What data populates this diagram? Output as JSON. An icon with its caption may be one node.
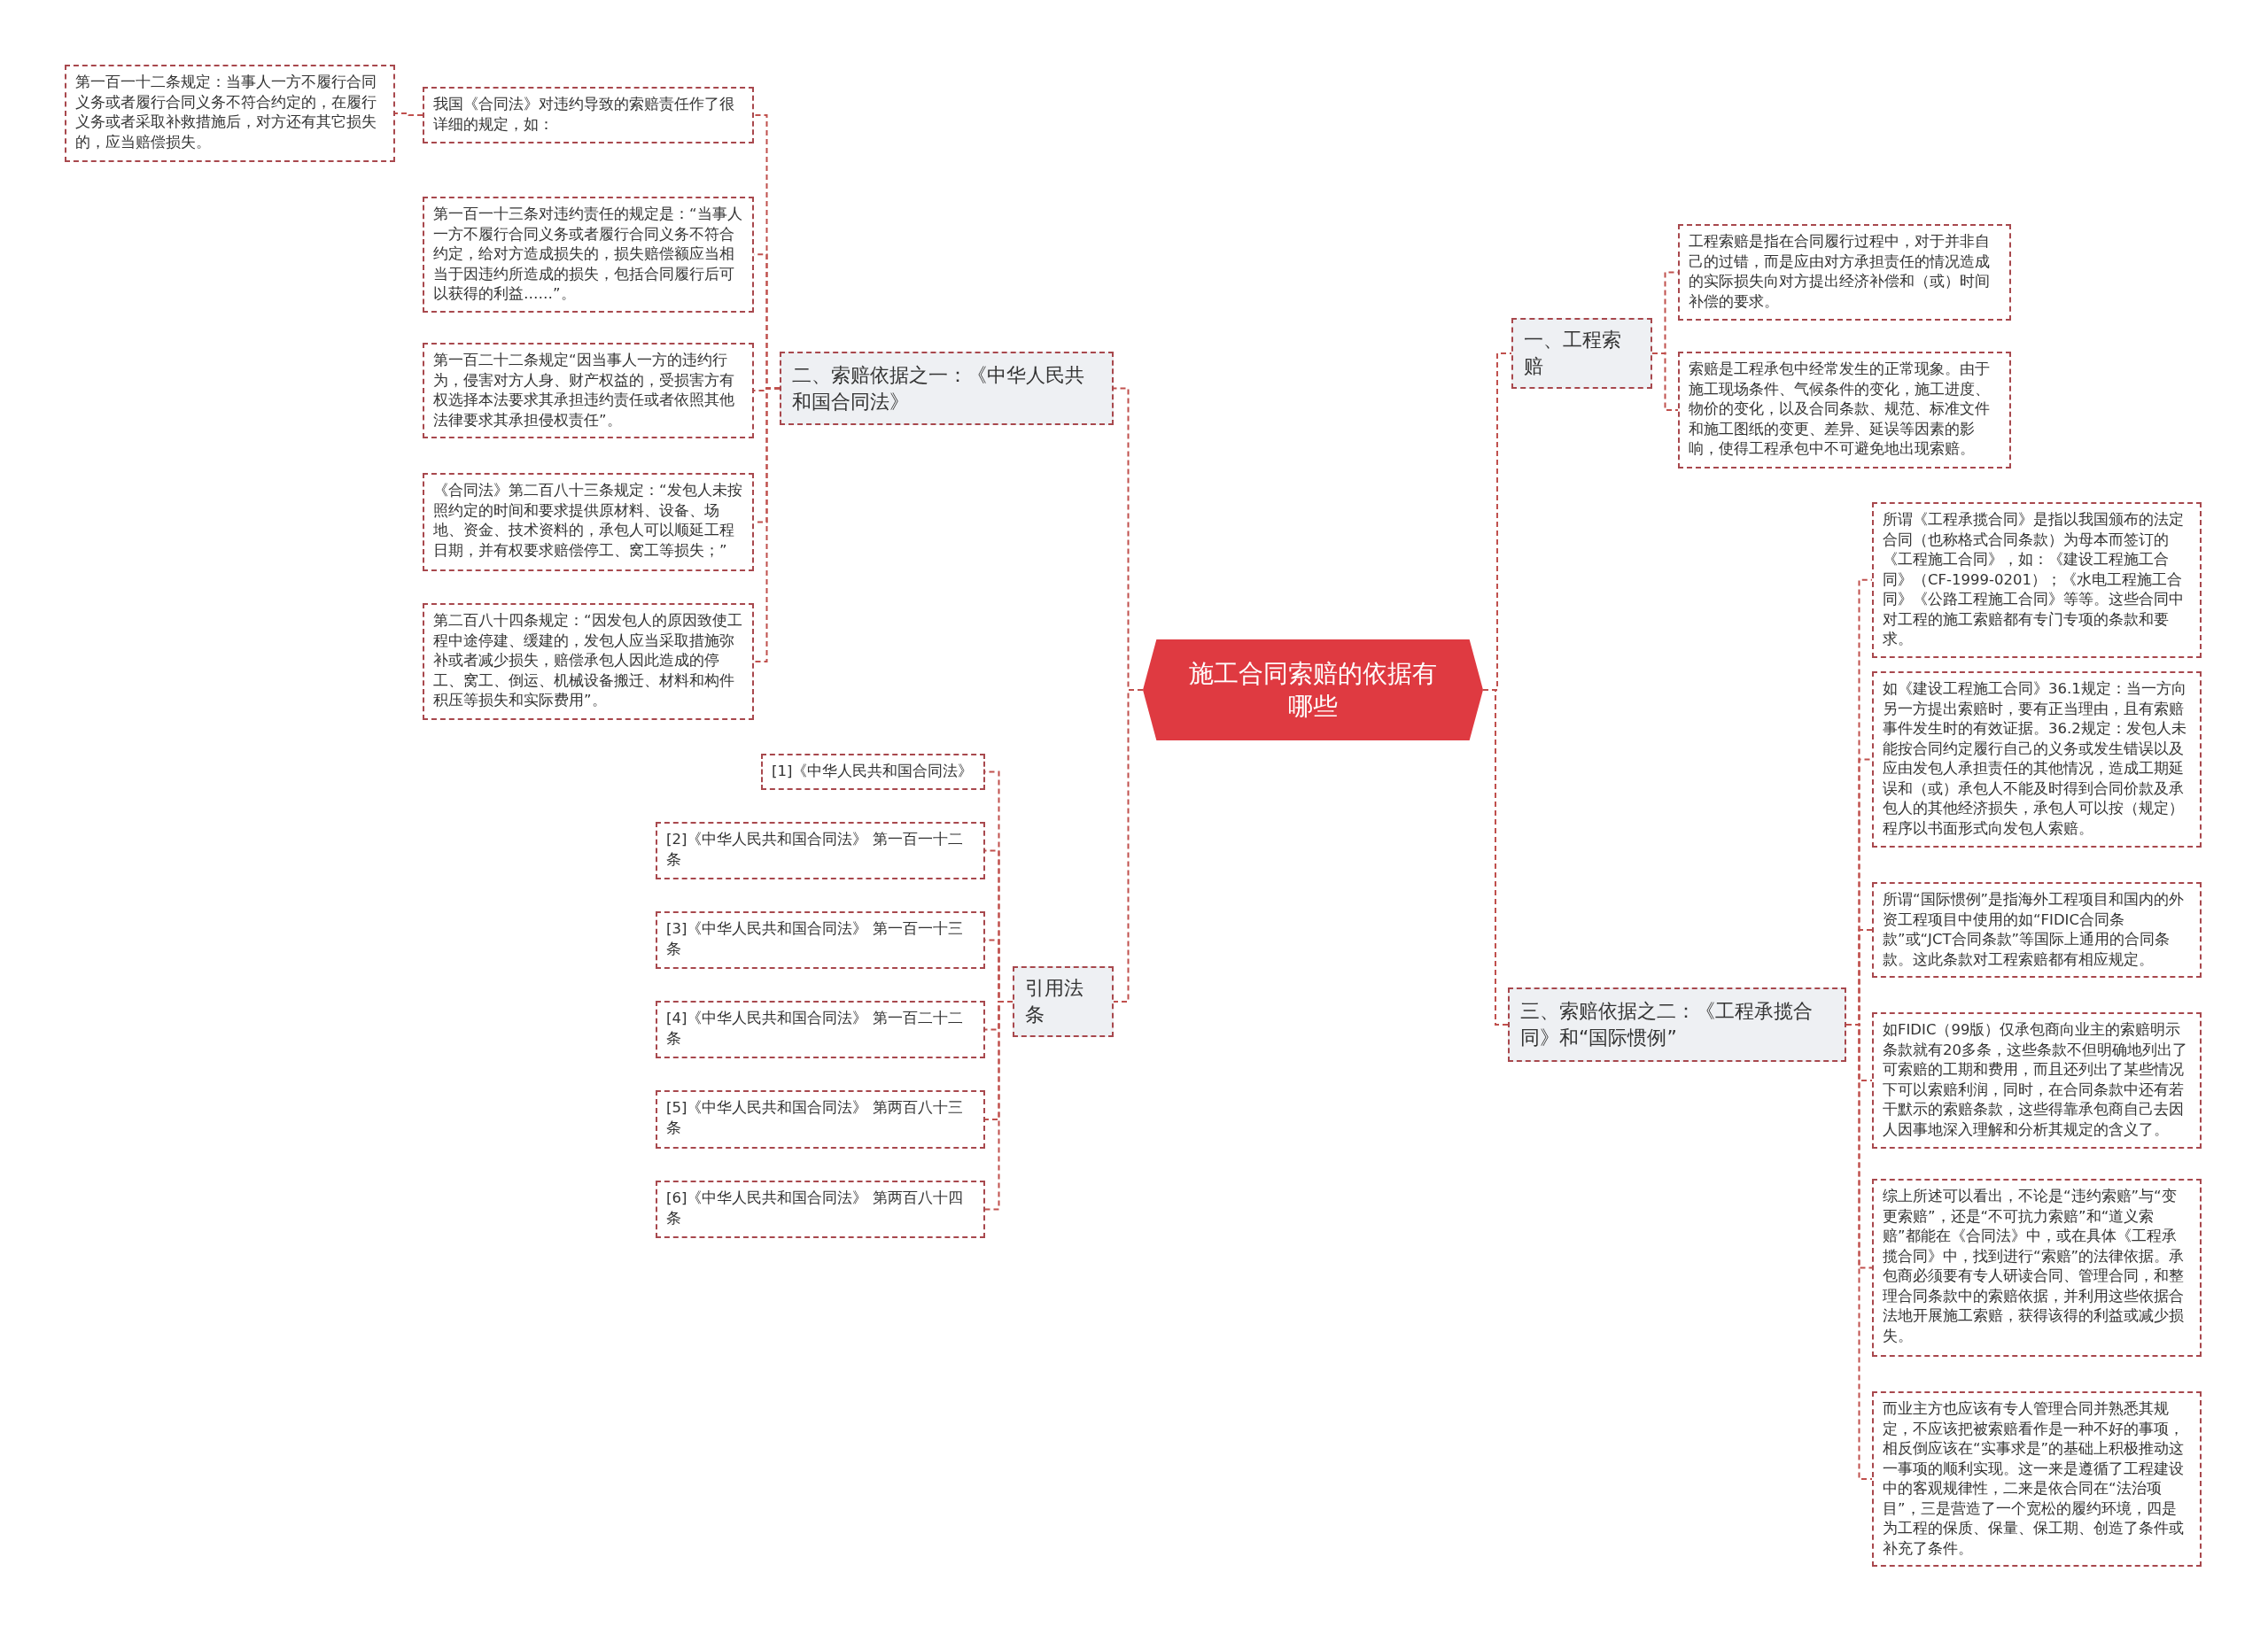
{
  "diagram": {
    "nodes": [
      {
        "text": [
          "施工合同索赔的依据有哪些"
        ]
      },
      {
        "text": [
          "一、工程索赔"
        ]
      },
      {
        "text": [
          "工程索赔是指在合同履行过程中，对于并非自己的过错，而是应由对方承担责任的情况造成的实际损失向对方提出经济补偿和（或）时间补偿的要求。"
        ]
      },
      {
        "text": [
          "索赔是工程承包中经常发生的正常现象。由于施工现场条件、气候条件的变化，施工进度、物价的变化，以及合同条款、规范、标准文件和施工图纸的变更、差异、延误等因素的影响，使得工程承包中不可避免地出现索赔。"
        ]
      },
      {
        "text": [
          "二、索赔依据之一：《中华人民共和国合同法》"
        ]
      },
      {
        "text": [
          "我国《合同法》对违约导致的索赔责任作了很详细的规定，如："
        ]
      },
      {
        "text": [
          "第一百一十二条规定：当事人一方不履行合同义务或者履行合同义务不符合约定的，在履行义务或者采取补救措施后，对方还有其它损失的，应当赔偿损失。"
        ]
      },
      {
        "text": [
          "第一百一十三条对违约责任的规定是：“当事人一方不履行合同义务或者履行合同义务不符合约定，给对方造成损失的，损失赔偿额应当相当于因违约所造成的损失，包括合同履行后可以获得的利益……”。"
        ]
      },
      {
        "text": [
          "第一百二十二条规定“因当事人一方的违约行为，侵害对方人身、财产权益的，受损害方有权选择本法要求其承担违约责任或者依照其他法律要求其承担侵权责任”。"
        ]
      },
      {
        "text": [
          "《合同法》第二百八十三条规定：“发包人未按照约定的时间和要求提供原材料、设备、场地、资金、技术资料的，承包人可以顺延工程日期，并有权要求赔偿停工、窝工等损失；”"
        ]
      },
      {
        "text": [
          "第二百八十四条规定：“因发包人的原因致使工程中途停建、缓建的，发包人应当采取措施弥补或者减少损失，赔偿承包人因此造成的停工、窝工、倒运、机械设备搬迁、材料和构件积压等损失和实际费用”。"
        ]
      },
      {
        "text": [
          "三、索赔依据之二：《工程承揽合同》和“国际惯例”"
        ]
      },
      {
        "text": [
          "所谓《工程承揽合同》是指以我国颁布的法定合同（也称格式合同条款）为母本而签订的《工程施工合同》，如：《建设工程施工合同》（CF-1999-0201）；《水电工程施工合同》《公路工程施工合同》等等。这些合同中对工程的施工索赔都有专门专项的条款和要求。"
        ]
      },
      {
        "text": [
          "如《建设工程施工合同》36.1规定：当一方向另一方提出索赔时，要有正当理由，且有索赔事件发生时的有效证据。36.2规定：发包人未能按合同约定履行自己的义务或发生错误以及应由发包人承担责任的其他情况，造成工期延误和（或）承包人不能及时得到合同价款及承包人的其他经济损失，承包人可以按（规定）程序以书面形式向发包人索赔。"
        ]
      },
      {
        "text": [
          "所谓“国际惯例”是指海外工程项目和国内的外资工程项目中使用的如“FIDIC合同条款”或“JCT合同条款”等国际上通用的合同条款。这此条款对工程索赔都有相应规定。"
        ]
      },
      {
        "text": [
          "如FIDIC（99版）仅承包商向业主的索赔明示条款就有20多条，这些条款不但明确地列出了可索赔的工期和费用，而且还列出了某些情况下可以索赔利润，同时，在合同条款中还有若干默示的索赔条款，这些得靠承包商自己去因人因事地深入理解和分析其规定的含义了。"
        ]
      },
      {
        "text": [
          "综上所述可以看出，不论是“违约索赔”与“变更索赔”，还是“不可抗力索赔”和“道义索赔”都能在《合同法》中，或在具体《工程承揽合同》中，找到进行“索赔”的法律依据。承包商必须要有专人研读合同、管理合同，和整理合同条款中的索赔依据，并利用这些依据合法地开展施工索赔，获得该得的利益或减少损失。"
        ]
      },
      {
        "text": [
          "而业主方也应该有专人管理合同并熟悉其规定，不应该把被索赔看作是一种不好的事项，相反倒应该在“实事求是”的基础上积极推动这一事项的顺利实现。这一来是遵循了工程建设中的客观规律性，二来是依合同在“法治项目”，三是营造了一个宽松的履约环境，四是为工程的保质、保量、保工期、创造了条件或补充了条件。"
        ]
      },
      {
        "text": [
          "引用法条"
        ]
      },
      {
        "text": [
          "[1]《中华人民共和国合同法》"
        ]
      },
      {
        "text": [
          "[2]《中华人民共和国合同法》 第一百一十二条"
        ]
      },
      {
        "text": [
          "[3]《中华人民共和国合同法》 第一百一十三条"
        ]
      },
      {
        "text": [
          "[4]《中华人民共和国合同法》 第一百二十二条"
        ]
      },
      {
        "text": [
          "[5]《中华人民共和国合同法》 第两百八十三条"
        ]
      },
      {
        "text": [
          "[6]《中华人民共和国合同法》 第两百八十四条"
        ]
      }
    ],
    "edges": [
      {
        "from": 0,
        "to": 1,
        "arrow": "none"
      },
      {
        "from": 1,
        "to": 2,
        "arrow": "none"
      },
      {
        "from": 1,
        "to": 3,
        "arrow": "none"
      },
      {
        "from": 0,
        "to": 4,
        "arrow": "none"
      },
      {
        "from": 4,
        "to": 5,
        "arrow": "none"
      },
      {
        "from": 5,
        "to": 6,
        "arrow": "none"
      },
      {
        "from": 4,
        "to": 7,
        "arrow": "none"
      },
      {
        "from": 4,
        "to": 8,
        "arrow": "none"
      },
      {
        "from": 4,
        "to": 9,
        "arrow": "none"
      },
      {
        "from": 4,
        "to": 10,
        "arrow": "none"
      },
      {
        "from": 0,
        "to": 11,
        "arrow": "none"
      },
      {
        "from": 11,
        "to": 12,
        "arrow": "none"
      },
      {
        "from": 11,
        "to": 13,
        "arrow": "none"
      },
      {
        "from": 11,
        "to": 14,
        "arrow": "none"
      },
      {
        "from": 11,
        "to": 15,
        "arrow": "none"
      },
      {
        "from": 11,
        "to": 16,
        "arrow": "none"
      },
      {
        "from": 11,
        "to": 17,
        "arrow": "none"
      },
      {
        "from": 0,
        "to": 18,
        "arrow": "none"
      },
      {
        "from": 18,
        "to": 19,
        "arrow": "none"
      },
      {
        "from": 18,
        "to": 20,
        "arrow": "none"
      },
      {
        "from": 18,
        "to": 21,
        "arrow": "none"
      },
      {
        "from": 18,
        "to": 22,
        "arrow": "none"
      },
      {
        "from": 18,
        "to": 23,
        "arrow": "none"
      },
      {
        "from": 18,
        "to": 24,
        "arrow": "none"
      }
    ]
  }
}
